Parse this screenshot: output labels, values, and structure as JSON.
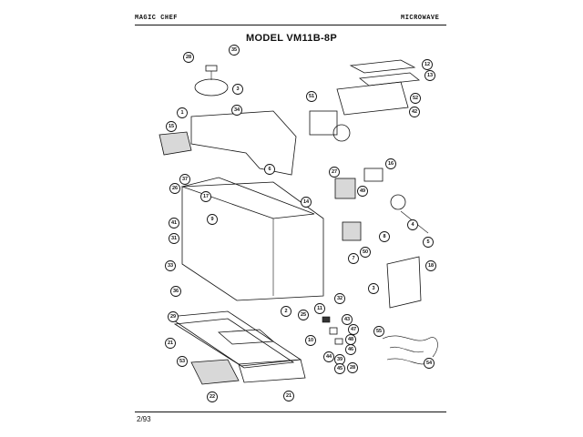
{
  "header": {
    "brand": "MAGIC CHEF",
    "category": "MICROWAVE",
    "model": "MODEL VM11B-8P"
  },
  "footer": {
    "date": "2/93"
  },
  "callouts": [
    "35",
    "28",
    "3",
    "12",
    "13",
    "51",
    "52",
    "42",
    "34",
    "1",
    "15",
    "16",
    "6",
    "27",
    "37",
    "26",
    "17",
    "49",
    "14",
    "9",
    "41",
    "31",
    "4",
    "5",
    "8",
    "50",
    "33",
    "7",
    "18",
    "36",
    "3",
    "32",
    "11",
    "43",
    "2",
    "25",
    "47",
    "10",
    "48",
    "29",
    "46",
    "44",
    "55",
    "21",
    "39",
    "45",
    "28",
    "53",
    "54",
    "22",
    "21"
  ]
}
